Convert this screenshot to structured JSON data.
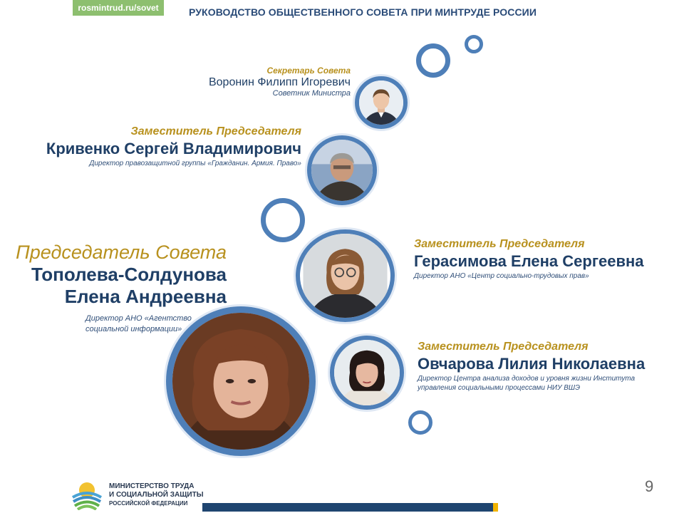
{
  "header": {
    "url": "rosmintrud.ru/sovet",
    "title": "РУКОВОДСТВО ОБЩЕСТВЕННОГО СОВЕТА ПРИ МИНТРУДЕ РОССИИ"
  },
  "people": {
    "secretary": {
      "role": "Секретарь Совета",
      "name": "Воронин Филипп Игоревич",
      "desc": "Советник Министра"
    },
    "deputy1": {
      "role": "Заместитель Председателя",
      "name": "Кривенко Сергей Владимирович",
      "desc": "Директор правозащитной группы «Гражданин. Армия. Право»"
    },
    "chair": {
      "role": "Председатель Совета",
      "name_line1": "Тополева-Солдунова",
      "name_line2": "Елена Андреевна",
      "desc_line1": "Директор АНО «Агентство",
      "desc_line2": "социальной информации»"
    },
    "deputy2": {
      "role": "Заместитель Председателя",
      "name": "Герасимова Елена Сергеевна",
      "desc": "Директор АНО «Центр социально-трудовых прав»"
    },
    "deputy3": {
      "role": "Заместитель Председателя",
      "name": "Овчарова Лилия Николаевна",
      "desc_line1": "Директор Центра анализа доходов и уровня жизни Института",
      "desc_line2": "управления социальными процессами НИУ ВШЭ"
    }
  },
  "footer": {
    "ministry_line1": "МИНИСТЕРСТВО ТРУДА",
    "ministry_line2": "И СОЦИАЛЬНОЙ ЗАЩИТЫ",
    "ministry_line3": "РОССИЙСКОЙ ФЕДЕРАЦИИ",
    "page_number": "9"
  },
  "colors": {
    "ring_blue": "#4e7fb8",
    "role_gold": "#b8911e",
    "name_navy": "#1f3f66",
    "badge_green": "#8dbf6f"
  }
}
